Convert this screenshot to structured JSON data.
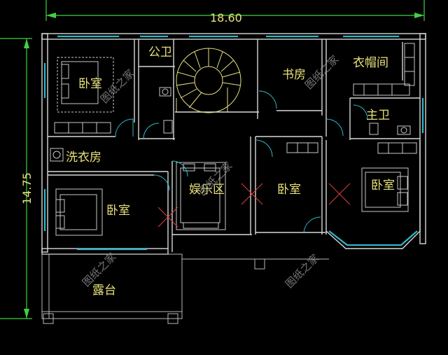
{
  "dimensions": {
    "width_label": "18.60",
    "height_label": "14.75"
  },
  "rooms": {
    "bedroom_nw": "卧室",
    "public_bath": "公卫",
    "study": "书房",
    "closet": "衣帽间",
    "master_bath": "主卫",
    "laundry": "洗衣房",
    "bedroom_w": "卧室",
    "entertainment": "娱乐区",
    "bedroom_center": "卧室",
    "bedroom_e": "卧室",
    "terrace": "露台"
  },
  "watermark": "图纸之家",
  "colors": {
    "background": "#000000",
    "walls": "#d8d8d8",
    "windows": "#2fb8c8",
    "dimensions": "#3fd23f",
    "labels": "#e8e07a"
  }
}
